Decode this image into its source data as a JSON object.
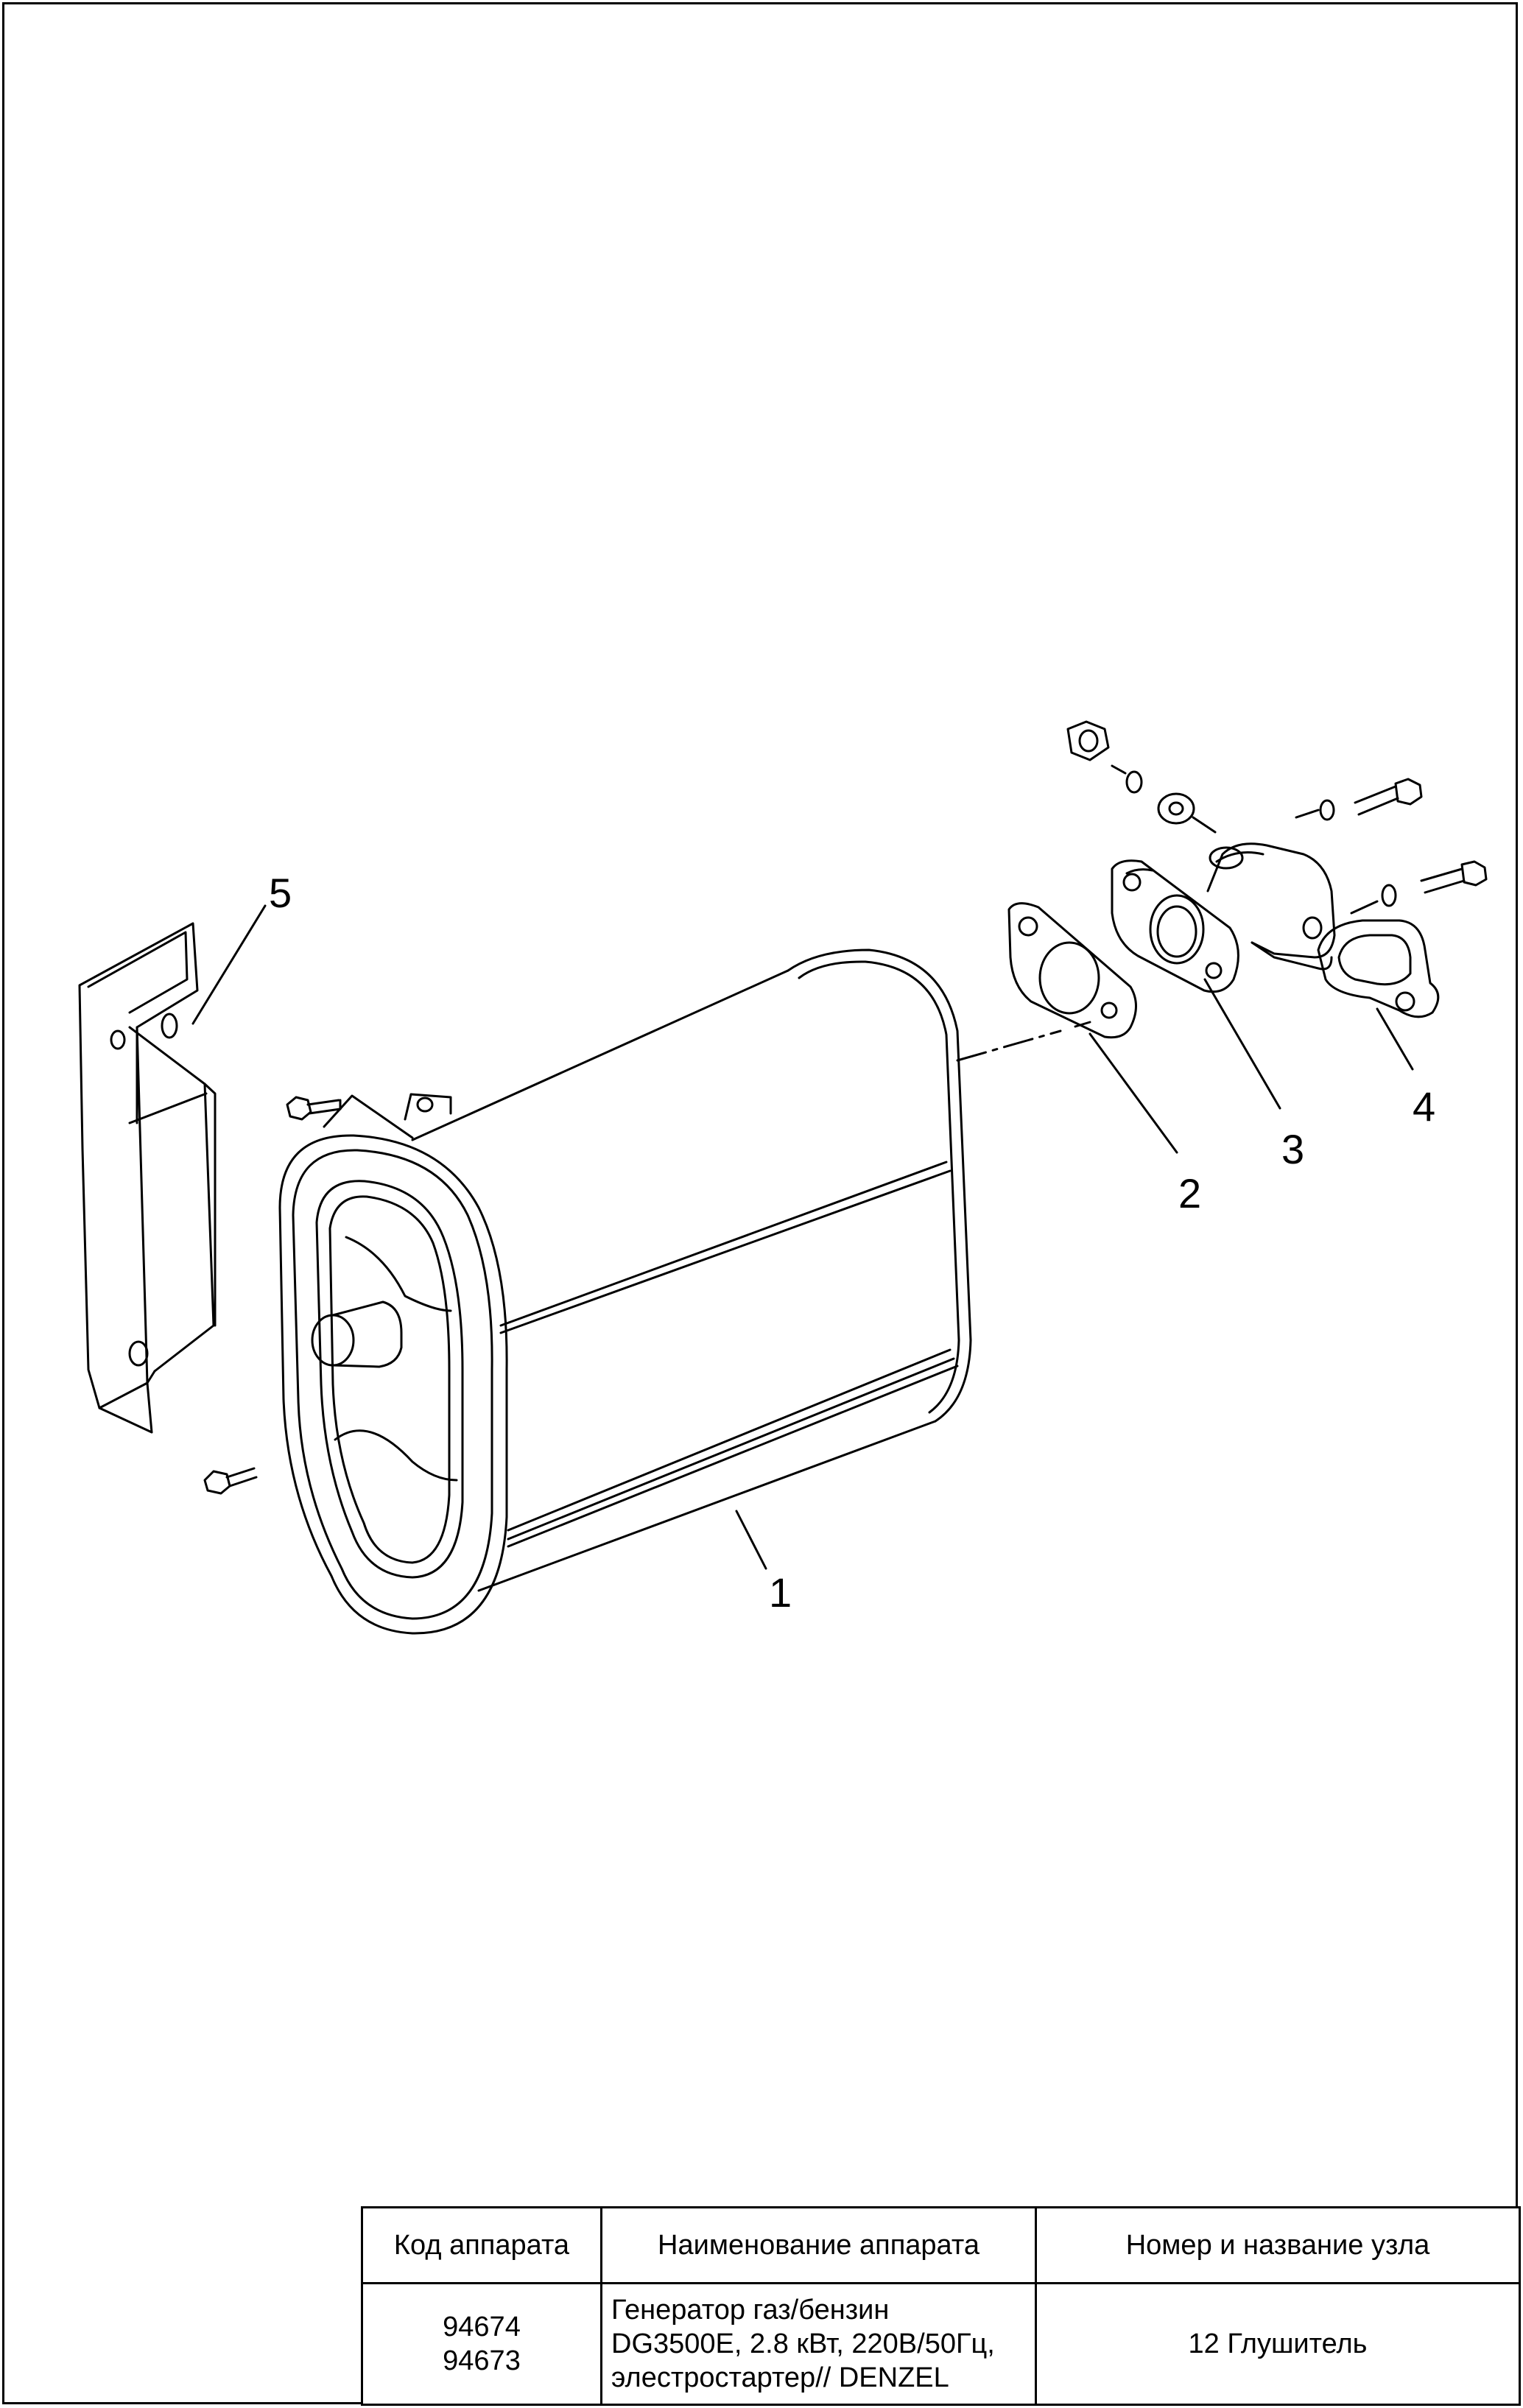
{
  "callouts": {
    "muffler": "1",
    "gasket_flange": "2",
    "exhaust_elbow": "3",
    "gasket_port": "4",
    "bracket": "5"
  },
  "table": {
    "headers": [
      "Код аппарата",
      "Наименование аппарата",
      "Номер и название узла"
    ],
    "codes": [
      "94674",
      "94673"
    ],
    "name_lines": [
      "Генератор газ/бензин",
      "DG3500E, 2.8 кВт, 220В/50Гц,",
      "элестростартер// DENZEL"
    ],
    "unit": "12 Глушитель"
  }
}
